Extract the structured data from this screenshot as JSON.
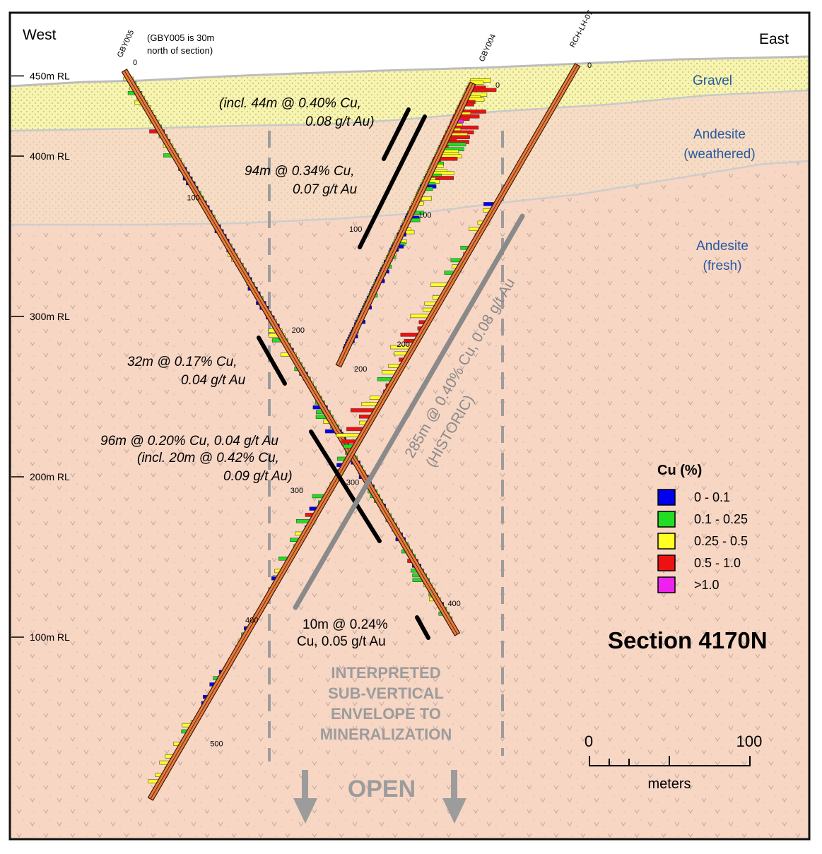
{
  "compass": {
    "west": "West",
    "east": "East"
  },
  "elevations": [
    {
      "label": "450m RL",
      "rl": 450
    },
    {
      "label": "400m RL",
      "rl": 400
    },
    {
      "label": "300m RL",
      "rl": 300
    },
    {
      "label": "200m RL",
      "rl": 200
    },
    {
      "label": "100m RL",
      "rl": 100
    }
  ],
  "units": {
    "gravel": "Gravel",
    "weathered_1": "Andesite",
    "weathered_2": "(weathered)",
    "fresh_1": "Andesite",
    "fresh_2": "(fresh)"
  },
  "holes": {
    "gby005": "GBY005",
    "gby005_note_1": "(GBY005 is 30m",
    "gby005_note_2": "north of section)",
    "gby004": "GBY004",
    "rch": "RCH-LH-07"
  },
  "depth_ticks": {
    "gby005": [
      "0",
      "100",
      "200",
      "300",
      "400"
    ],
    "gby004": [
      "0",
      "100",
      "200"
    ],
    "rch": [
      "0",
      "100",
      "200",
      "300",
      "400",
      "500"
    ]
  },
  "intercepts": {
    "a1": "(incl. 44m @ 0.40% Cu,",
    "a2": "0.08 g/t Au)",
    "b1": "94m @ 0.34% Cu,",
    "b2": "0.07 g/t Au",
    "c1": "32m @ 0.17% Cu,",
    "c2": "0.04 g/t Au",
    "d1": "96m @ 0.20% Cu, 0.04 g/t Au",
    "d2": "(incl. 20m @ 0.42% Cu,",
    "d3": "0.09 g/t Au)",
    "e1": "10m @ 0.24%",
    "e2": "Cu, 0.05 g/t Au",
    "historic_1": "285m @ 0.40% Cu, 0.08 g/t Au",
    "historic_2": "(HISTORIC)"
  },
  "envelope": [
    "INTERPRETED",
    "SUB-VERTICAL",
    "ENVELOPE TO",
    "MINERALIZATION"
  ],
  "open_label": "OPEN",
  "legend": {
    "title": "Cu (%)",
    "items": [
      {
        "label": "0 - 0.1",
        "color": "#0000ee"
      },
      {
        "label": "0.1 - 0.25",
        "color": "#22dd22"
      },
      {
        "label": "0.25 - 0.5",
        "color": "#ffff22"
      },
      {
        "label": "0.5 - 1.0",
        "color": "#ee1111"
      },
      {
        "label": ">1.0",
        "color": "#ee22ee"
      }
    ]
  },
  "section_title": "Section 4170N",
  "scale": {
    "start": "0",
    "end": "100",
    "unit": "meters"
  },
  "colors": {
    "gravel": "#f7f4b0",
    "weathered": "#f6dcc4",
    "fresh": "#f7d6c4",
    "hole": "#e87a3c",
    "envelope": "#9c9c9c",
    "label_blue": "#2a5aa0"
  }
}
